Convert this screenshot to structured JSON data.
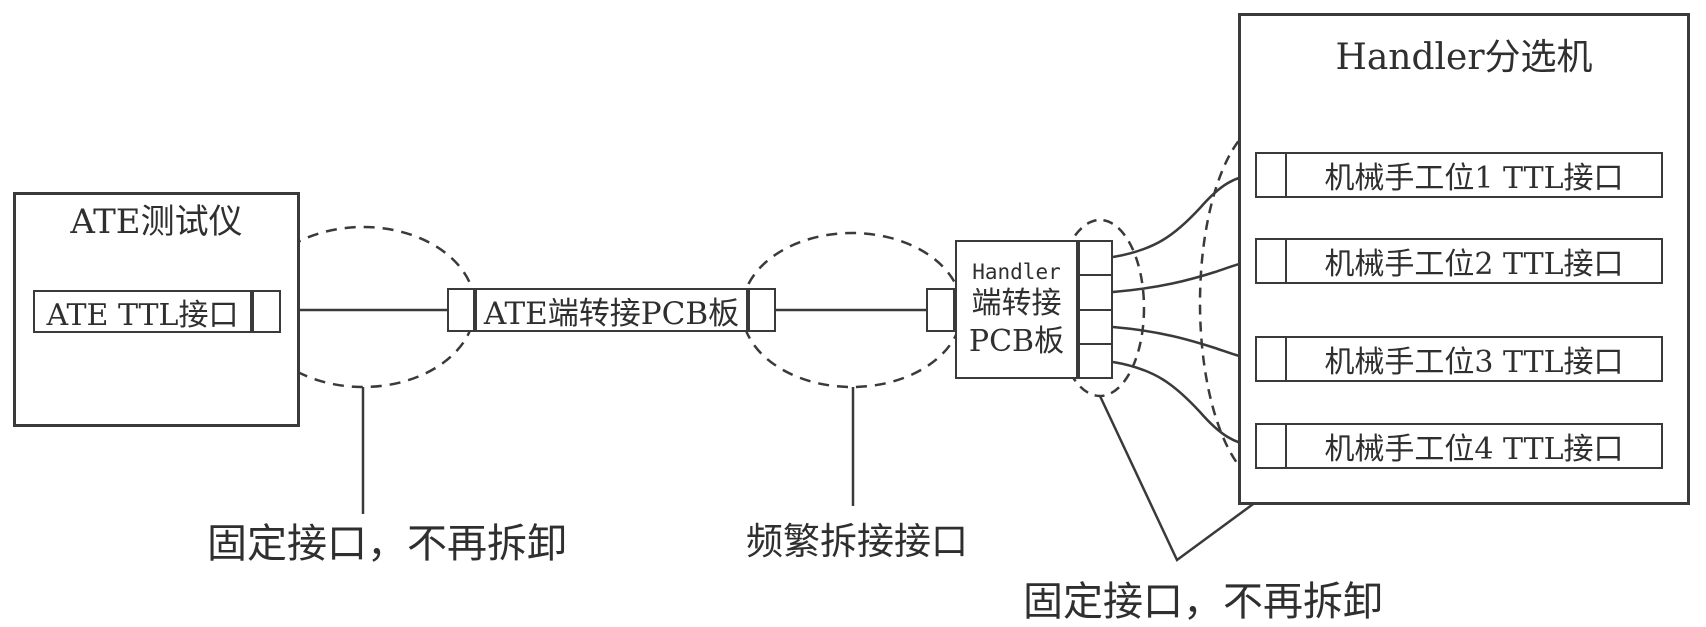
{
  "diagram": {
    "ate": {
      "title": "ATE测试仪",
      "ttl_port_label": "ATE TTL接口"
    },
    "ate_adapter_pcb": {
      "label": "ATE端转接PCB板"
    },
    "handler_adapter_pcb": {
      "line1": "Handler",
      "line2": "端转接",
      "line3": "PCB板"
    },
    "handler": {
      "title": "Handler分选机",
      "stations": [
        {
          "label": "机械手工位1 TTL接口"
        },
        {
          "label": "机械手工位2 TTL接口"
        },
        {
          "label": "机械手工位3 TTL接口"
        },
        {
          "label": "机械手工位4 TTL接口"
        }
      ]
    },
    "annotations": {
      "fixed_left": "固定接口，不再拆卸",
      "frequent": "频繁拆接接口",
      "fixed_right": "固定接口，不再拆卸"
    },
    "colors": {
      "line": "#3a3a3a",
      "background": "#ffffff"
    }
  }
}
